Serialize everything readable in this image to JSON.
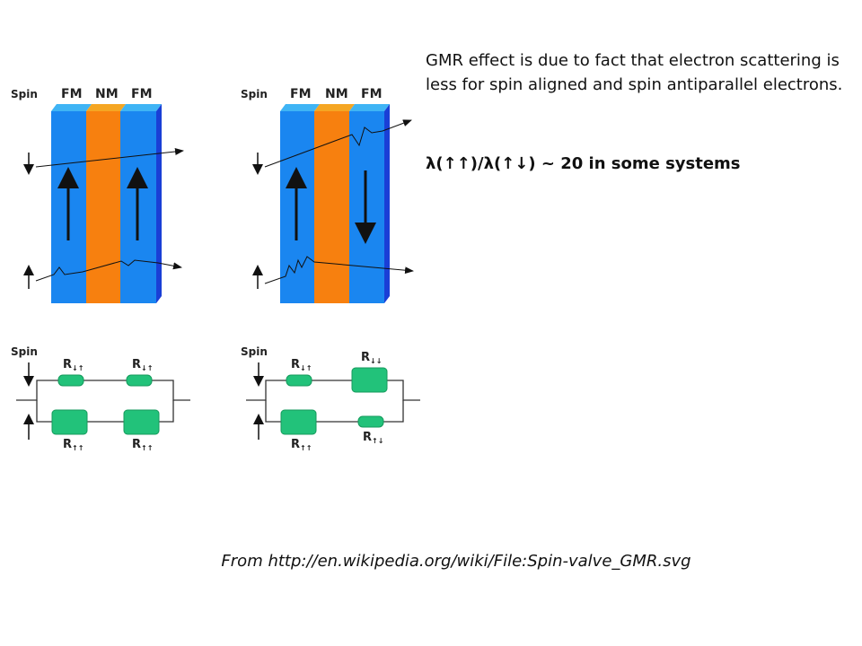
{
  "colors": {
    "fm_layer": "#1a86f0",
    "fm_side": "#1a3fd6",
    "nm_layer": "#f7800f",
    "nm_top": "#f5a623",
    "fm_top": "#3fb4f5",
    "resistor": "#22c27a",
    "resistor_edge": "#159a5c"
  },
  "diagrams": {
    "left": {
      "spin_label": "Spin",
      "layers": [
        "FM",
        "NM",
        "FM"
      ]
    },
    "right": {
      "spin_label": "Spin",
      "layers": [
        "FM",
        "NM",
        "FM"
      ]
    }
  },
  "circuits": {
    "left": {
      "spin_label": "Spin",
      "resistors": [
        "R",
        "R",
        "R",
        "R"
      ],
      "resistor_subscripts": [
        "↓↑",
        "↓↑",
        "↑↑",
        "↑↑"
      ]
    },
    "right": {
      "spin_label": "Spin",
      "resistors": [
        "R",
        "R",
        "R",
        "R"
      ],
      "resistor_subscripts": [
        "↓↑",
        "↓↓",
        "↑↑",
        "↑↓"
      ]
    }
  },
  "text": {
    "description": "GMR effect is due to fact that electron scattering is less for spin aligned and spin antiparallel electrons.",
    "ratio": "λ(↑↑)/λ(↑↓) ~ 20 in some systems",
    "source": "From http://en.wikipedia.org/wiki/File:Spin-valve_GMR.svg"
  }
}
